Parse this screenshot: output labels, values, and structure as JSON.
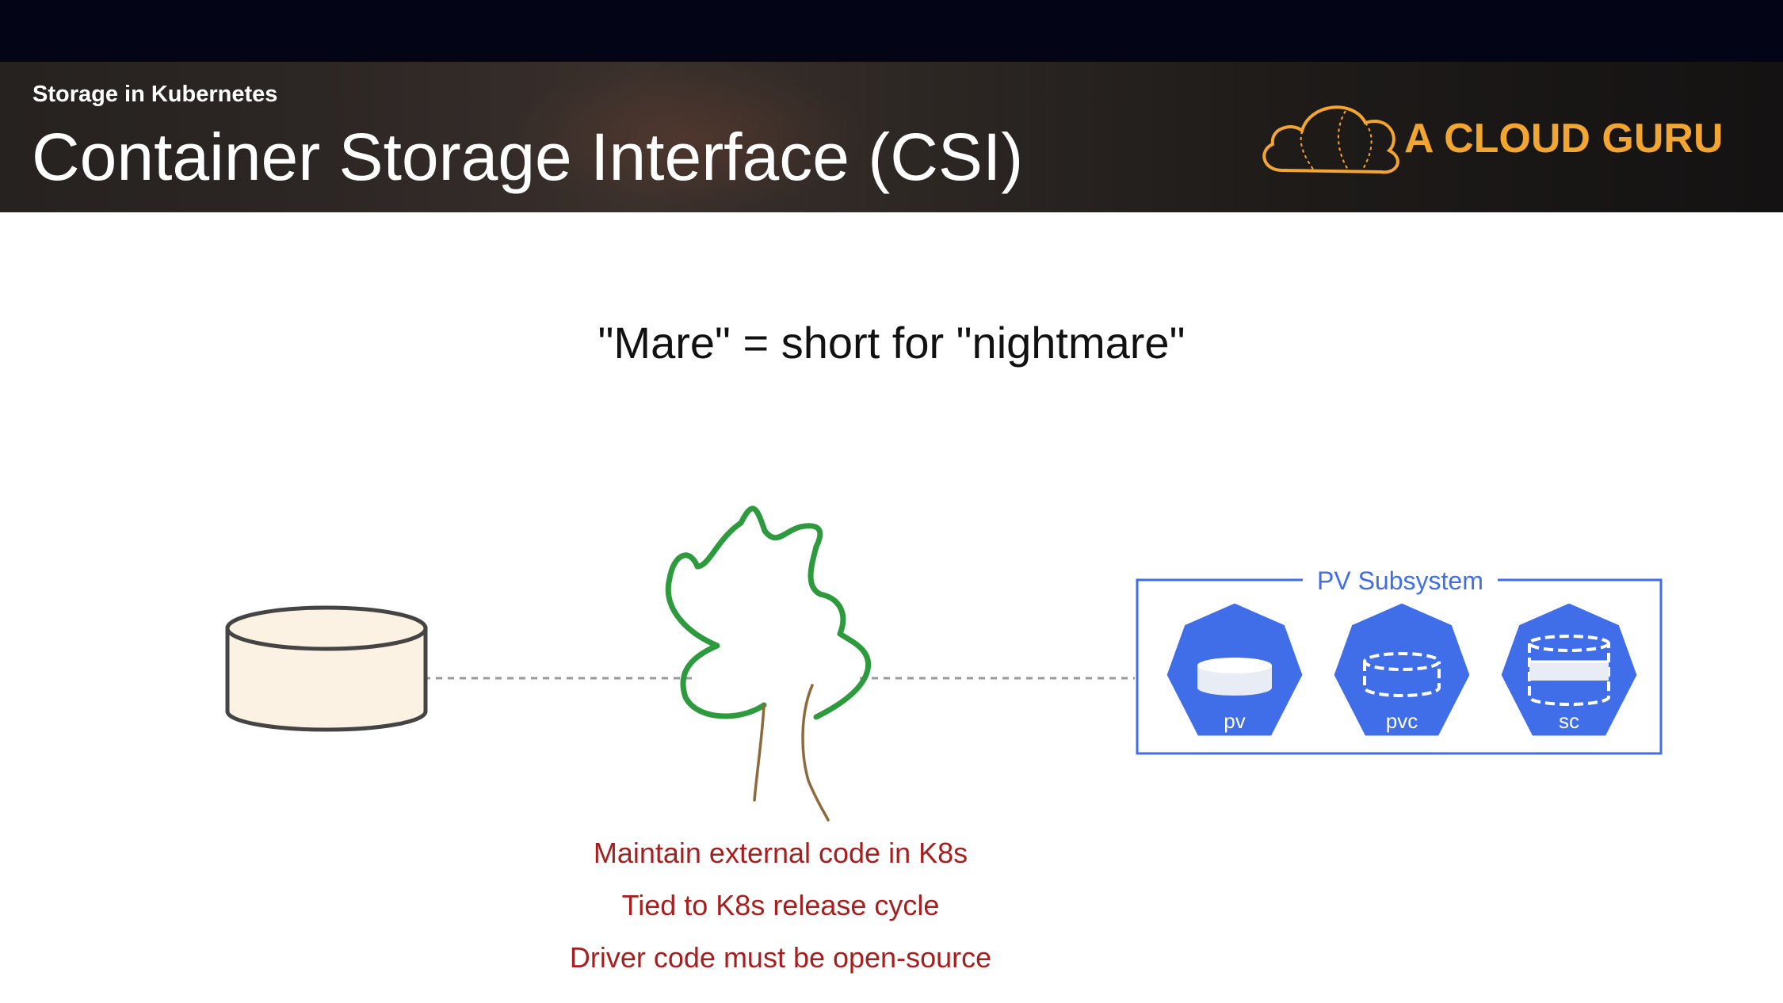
{
  "header": {
    "subtitle": "Storage in Kubernetes",
    "title": "Container Storage Interface (CSI)",
    "brand": "A CLOUD GURU",
    "brand_color": "#f2a531"
  },
  "slide": {
    "heading": "\"Mare\" = short for \"nightmare\"",
    "pv_subsystem": {
      "label": "PV Subsystem",
      "items": [
        {
          "label": "pv",
          "icon": "pv-icon"
        },
        {
          "label": "pvc",
          "icon": "pvc-icon"
        },
        {
          "label": "sc",
          "icon": "sc-icon"
        }
      ],
      "color": "#3f6ee8"
    },
    "notes": [
      "Maintain external code in K8s",
      "Tied to K8s release cycle",
      "Driver code must be open-source"
    ],
    "notes_color": "#a61f1f",
    "icons": [
      "storage-cylinder-icon",
      "tree-icon",
      "cloud-logo-icon"
    ]
  }
}
